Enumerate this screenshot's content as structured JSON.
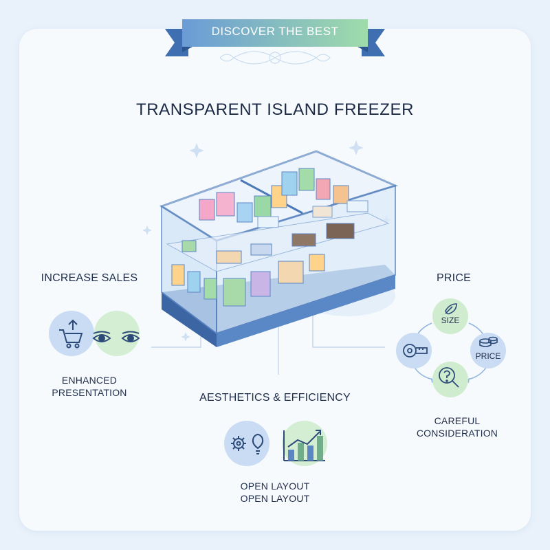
{
  "banner": {
    "text": "DISCOVER THE BEST"
  },
  "title": "TRANSPARENT ISLAND FREEZER",
  "left": {
    "heading": "INCREASE SALES",
    "caption_line1": "ENHANCED",
    "caption_line2": "PRESENTATION",
    "icons": [
      "cart-upload-icon",
      "eyes-icon"
    ]
  },
  "center": {
    "heading": "AESTHETICS & EFFICIENCY",
    "caption_line1": "OPEN LAYOUT",
    "caption_line2": "OPEN LAYOUT",
    "icons": [
      "gear-icon",
      "lightbulb-icon",
      "bar-chart-icon"
    ]
  },
  "right": {
    "heading": "PRICE",
    "cycle": [
      {
        "label": "SIZE",
        "icon": "leaf-icon"
      },
      {
        "label": "PRICE",
        "icon": "coins-icon"
      },
      {
        "label": "",
        "icon": "magnifier-question-icon"
      },
      {
        "label": "",
        "icon": "tape-measure-icon"
      }
    ],
    "caption_line1": "CAREFUL",
    "caption_line2": "CONSIDERATION"
  },
  "colors": {
    "background": "#e9f2fb",
    "card": "#f7fafd",
    "ribbon_start": "#6a9bd6",
    "ribbon_end": "#9fdcaa",
    "accent_blue": "#4a78b8",
    "accent_green": "#bfe6c4",
    "circle_blue": "#c9dcf3"
  }
}
